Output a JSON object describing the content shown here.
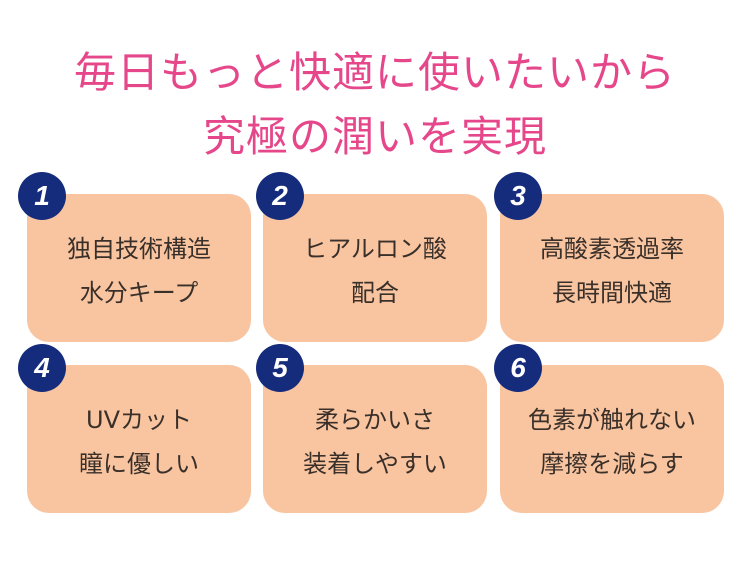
{
  "title": {
    "line1": "毎日もっと快適に使いたいから",
    "line2": "究極の潤いを実現"
  },
  "colors": {
    "title": "#e5478a",
    "card": "#f9c4a0",
    "badge": "#152b7c"
  },
  "features": [
    {
      "number": "1",
      "line1": "独自技術構造",
      "line2": "水分キープ"
    },
    {
      "number": "2",
      "line1": "ヒアルロン酸",
      "line2": "配合"
    },
    {
      "number": "3",
      "line1": "高酸素透過率",
      "line2": "長時間快適"
    },
    {
      "number": "4",
      "line1": "UVカット",
      "line2": "瞳に優しい"
    },
    {
      "number": "5",
      "line1": "柔らかいさ",
      "line2": "装着しやすい"
    },
    {
      "number": "6",
      "line1": "色素が触れない",
      "line2": "摩擦を減らす"
    }
  ]
}
